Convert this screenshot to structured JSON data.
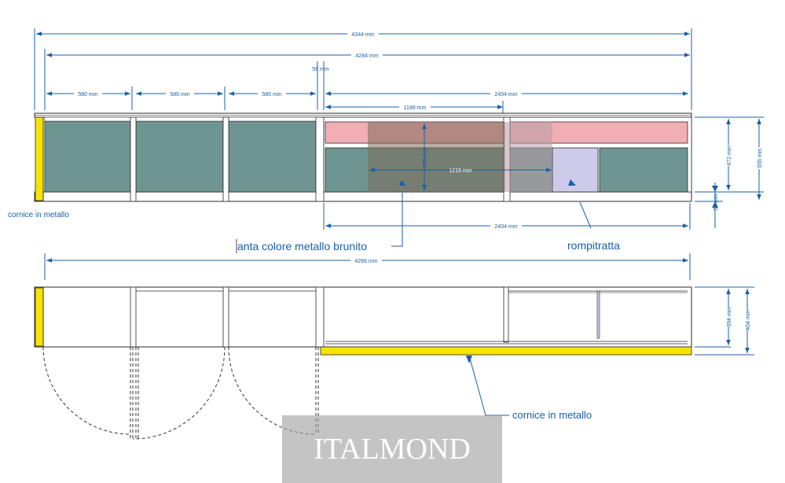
{
  "colors": {
    "dimension": "#1a5fa8",
    "door_fill": "#6f9592",
    "frame_yellow": "#f5e400",
    "pink_panel": "#f2aeb5",
    "lilac_panel": "#cdcaea",
    "brown_overlay": "#8a7a6a",
    "outline": "#2a2a2a"
  },
  "dimensions": {
    "d4344": "4344 mm",
    "d4284": "4284 mm",
    "d56": "56 mm",
    "d580a": "580 mm",
    "d580b": "580 mm",
    "d580c": "580 mm",
    "d2404_top": "2404 mm",
    "d1188": "1188 mm",
    "d470": "470 mm",
    "d1215": "1215 mm",
    "d472": "472 mm",
    "d556": "556 mm",
    "d58": "58 mm",
    "d2404_bottom": "2404 mm",
    "d4266": "4266 mm",
    "d394": "394 mm",
    "d454": "454 mm"
  },
  "labels": {
    "frame_front": "cornice in metallo",
    "door_label": "anta colore metallo brunito",
    "divider_label": "rompitratta",
    "frame_plan": "cornice in metallo"
  },
  "watermark": "ITALMOND"
}
